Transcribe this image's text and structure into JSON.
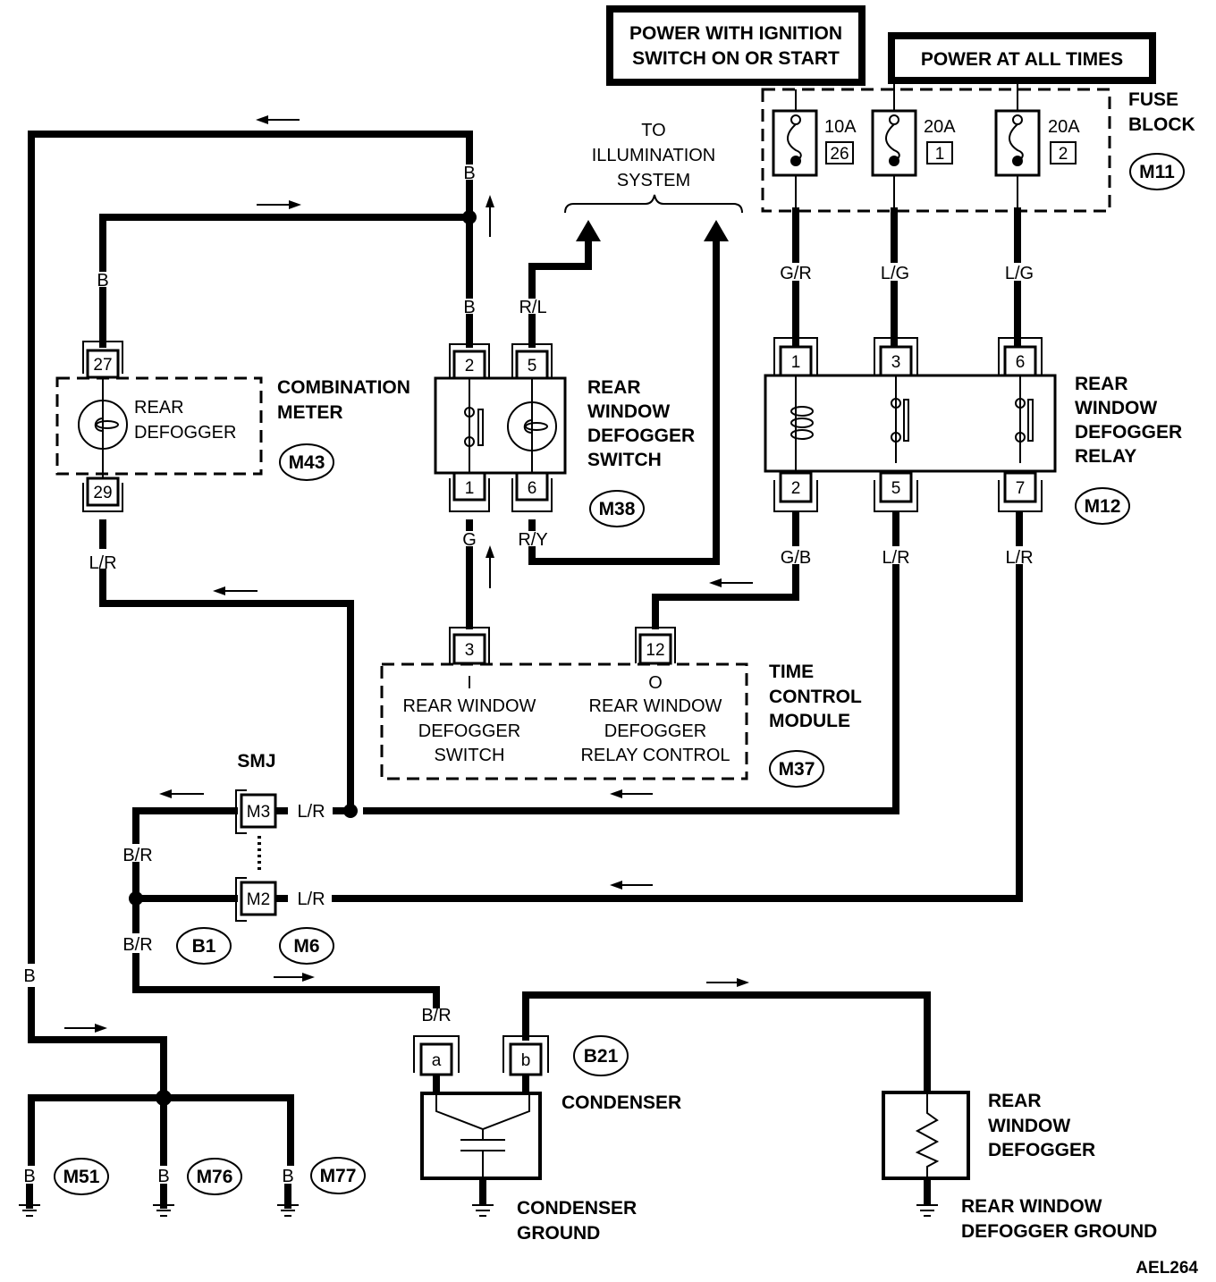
{
  "headers": {
    "ignition_line1": "POWER WITH IGNITION",
    "ignition_line2": "SWITCH ON OR START",
    "always": "POWER AT ALL TIMES"
  },
  "fuse_block": {
    "title_line1": "FUSE",
    "title_line2": "BLOCK",
    "connector": "M11",
    "fuses": [
      {
        "rating": "10A",
        "number": "26"
      },
      {
        "rating": "20A",
        "number": "1"
      },
      {
        "rating": "20A",
        "number": "2"
      }
    ]
  },
  "illumination": {
    "line1": "TO",
    "line2": "ILLUMINATION",
    "line3": "SYSTEM"
  },
  "combination_meter": {
    "title_line1": "COMBINATION",
    "title_line2": "METER",
    "connector": "M43",
    "inner_line1": "REAR",
    "inner_line2": "DEFOGGER",
    "pin_top": "27",
    "pin_bottom": "29"
  },
  "defogger_switch": {
    "title_line1": "REAR",
    "title_line2": "WINDOW",
    "title_line3": "DEFOGGER",
    "title_line4": "SWITCH",
    "connector": "M38",
    "pins_top": [
      "2",
      "5"
    ],
    "pins_bottom": [
      "1",
      "6"
    ]
  },
  "defogger_relay": {
    "title_line1": "REAR",
    "title_line2": "WINDOW",
    "title_line3": "DEFOGGER",
    "title_line4": "RELAY",
    "connector": "M12",
    "pins_top": [
      "1",
      "3",
      "6"
    ],
    "pins_bottom": [
      "2",
      "5",
      "7"
    ]
  },
  "time_control_module": {
    "title_line1": "TIME",
    "title_line2": "CONTROL",
    "title_line3": "MODULE",
    "connector": "M37",
    "pin_in": "3",
    "pin_out": "12",
    "in_marker": "I",
    "out_marker": "O",
    "in_line1": "REAR WINDOW",
    "in_line2": "DEFOGGER",
    "in_line3": "SWITCH",
    "out_line1": "REAR WINDOW",
    "out_line2": "DEFOGGER",
    "out_line3": "RELAY CONTROL"
  },
  "smj": {
    "title": "SMJ",
    "pin_upper": "M3",
    "pin_lower": "M2",
    "connectors": [
      "B1",
      "M6"
    ]
  },
  "condenser": {
    "title": "CONDENSER",
    "connector": "B21",
    "pins": [
      "a",
      "b"
    ],
    "ground_line1": "CONDENSER",
    "ground_line2": "GROUND"
  },
  "rear_window_defogger": {
    "title_line1": "REAR",
    "title_line2": "WINDOW",
    "title_line3": "DEFOGGER",
    "ground_line1": "REAR WINDOW",
    "ground_line2": "DEFOGGER GROUND"
  },
  "grounds": [
    {
      "wire": "B",
      "connector": "M51"
    },
    {
      "wire": "B",
      "connector": "M76"
    },
    {
      "wire": "B",
      "connector": "M77"
    }
  ],
  "wire_colors": {
    "b": "B",
    "rl": "R/L",
    "ry": "R/Y",
    "g": "G",
    "gr": "G/R",
    "lg": "L/G",
    "gb": "G/B",
    "lr": "L/R",
    "br": "B/R"
  },
  "figure_id": "AEL264"
}
